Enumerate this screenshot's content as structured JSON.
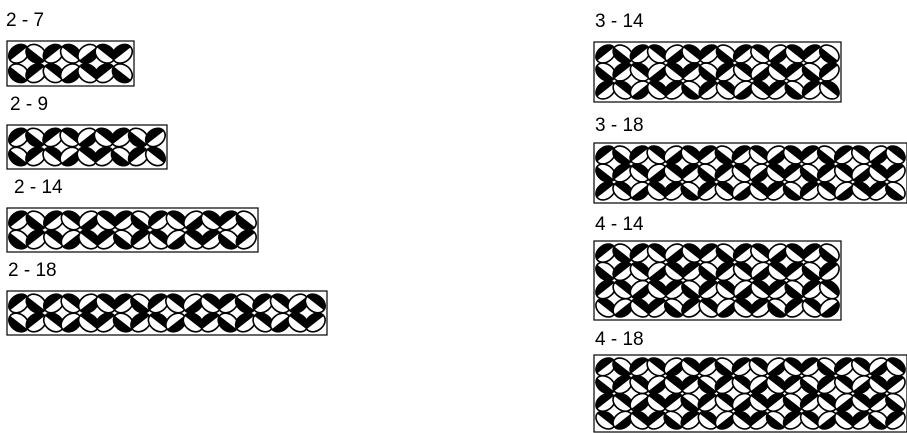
{
  "panels": [
    {
      "label": "2 - 7",
      "rows": 2,
      "cols": 7
    },
    {
      "label": "2 - 9",
      "rows": 2,
      "cols": 9
    },
    {
      "label": "2 - 14",
      "rows": 2,
      "cols": 14
    },
    {
      "label": "2 - 18",
      "rows": 2,
      "cols": 18
    },
    {
      "label": "3 - 14",
      "rows": 3,
      "cols": 14
    },
    {
      "label": "3 - 18",
      "rows": 3,
      "cols": 18
    },
    {
      "label": "4 - 14",
      "rows": 4,
      "cols": 14
    },
    {
      "label": "4 - 18",
      "rows": 4,
      "cols": 18
    }
  ]
}
